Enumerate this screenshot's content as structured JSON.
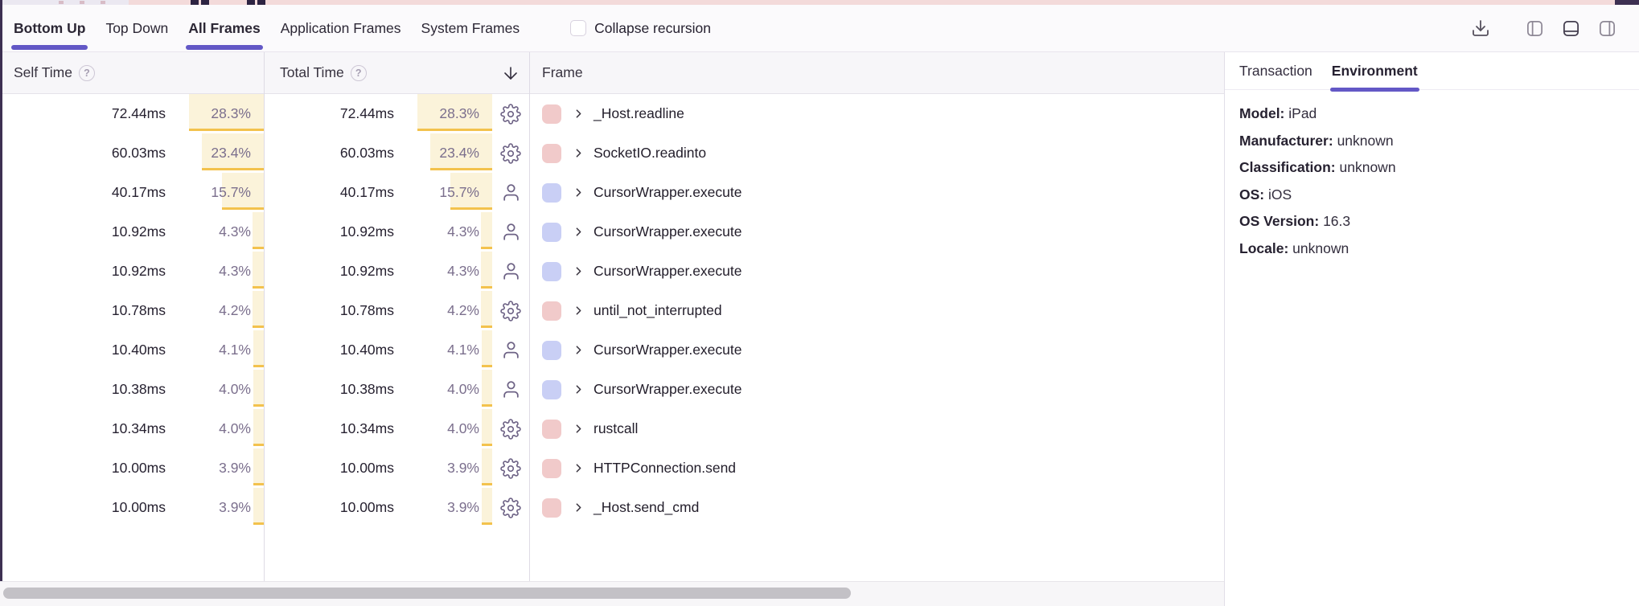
{
  "toolbar": {
    "tabs": [
      {
        "label": "Bottom Up",
        "active": true
      },
      {
        "label": "Top Down",
        "active": false
      },
      {
        "label": "All Frames",
        "active": true
      },
      {
        "label": "Application Frames",
        "active": false
      },
      {
        "label": "System Frames",
        "active": false
      }
    ],
    "collapse_recursion_label": "Collapse recursion",
    "collapse_recursion_checked": false,
    "icons": [
      "download-icon",
      "split-left-icon",
      "split-bottom-icon",
      "split-right-icon"
    ],
    "active_layout_icon": "split-bottom-icon"
  },
  "table": {
    "headers": {
      "self_time": "Self Time",
      "total_time": "Total Time",
      "frame": "Frame",
      "help_glyph": "?"
    },
    "sort": {
      "column": "total_time",
      "direction": "desc"
    },
    "rows": [
      {
        "self_time": "72.44ms",
        "self_pct": 28.3,
        "self_pct_label": "28.3%",
        "total_time": "72.44ms",
        "total_pct": 28.3,
        "total_pct_label": "28.3%",
        "type_icon": "gear",
        "frame_color": "pink",
        "frame": "_Host.readline"
      },
      {
        "self_time": "60.03ms",
        "self_pct": 23.4,
        "self_pct_label": "23.4%",
        "total_time": "60.03ms",
        "total_pct": 23.4,
        "total_pct_label": "23.4%",
        "type_icon": "gear",
        "frame_color": "pink",
        "frame": "SocketIO.readinto"
      },
      {
        "self_time": "40.17ms",
        "self_pct": 15.7,
        "self_pct_label": "15.7%",
        "total_time": "40.17ms",
        "total_pct": 15.7,
        "total_pct_label": "15.7%",
        "type_icon": "user",
        "frame_color": "blue",
        "frame": "CursorWrapper.execute"
      },
      {
        "self_time": "10.92ms",
        "self_pct": 4.3,
        "self_pct_label": "4.3%",
        "total_time": "10.92ms",
        "total_pct": 4.3,
        "total_pct_label": "4.3%",
        "type_icon": "user",
        "frame_color": "blue",
        "frame": "CursorWrapper.execute"
      },
      {
        "self_time": "10.92ms",
        "self_pct": 4.3,
        "self_pct_label": "4.3%",
        "total_time": "10.92ms",
        "total_pct": 4.3,
        "total_pct_label": "4.3%",
        "type_icon": "user",
        "frame_color": "blue",
        "frame": "CursorWrapper.execute"
      },
      {
        "self_time": "10.78ms",
        "self_pct": 4.2,
        "self_pct_label": "4.2%",
        "total_time": "10.78ms",
        "total_pct": 4.2,
        "total_pct_label": "4.2%",
        "type_icon": "gear",
        "frame_color": "pink",
        "frame": "until_not_interrupted"
      },
      {
        "self_time": "10.40ms",
        "self_pct": 4.1,
        "self_pct_label": "4.1%",
        "total_time": "10.40ms",
        "total_pct": 4.1,
        "total_pct_label": "4.1%",
        "type_icon": "user",
        "frame_color": "blue",
        "frame": "CursorWrapper.execute"
      },
      {
        "self_time": "10.38ms",
        "self_pct": 4.0,
        "self_pct_label": "4.0%",
        "total_time": "10.38ms",
        "total_pct": 4.0,
        "total_pct_label": "4.0%",
        "type_icon": "user",
        "frame_color": "blue",
        "frame": "CursorWrapper.execute"
      },
      {
        "self_time": "10.34ms",
        "self_pct": 4.0,
        "self_pct_label": "4.0%",
        "total_time": "10.34ms",
        "total_pct": 4.0,
        "total_pct_label": "4.0%",
        "type_icon": "gear",
        "frame_color": "pink",
        "frame": "rustcall"
      },
      {
        "self_time": "10.00ms",
        "self_pct": 3.9,
        "self_pct_label": "3.9%",
        "total_time": "10.00ms",
        "total_pct": 3.9,
        "total_pct_label": "3.9%",
        "type_icon": "gear",
        "frame_color": "pink",
        "frame": "HTTPConnection.send"
      },
      {
        "self_time": "10.00ms",
        "self_pct": 3.9,
        "self_pct_label": "3.9%",
        "total_time": "10.00ms",
        "total_pct": 3.9,
        "total_pct_label": "3.9%",
        "type_icon": "gear",
        "frame_color": "pink",
        "frame": "_Host.send_cmd"
      }
    ]
  },
  "panel": {
    "tabs": [
      {
        "label": "Transaction",
        "active": false
      },
      {
        "label": "Environment",
        "active": true
      }
    ],
    "fields": [
      {
        "label": "Model:",
        "value": "iPad"
      },
      {
        "label": "Manufacturer:",
        "value": "unknown"
      },
      {
        "label": "Classification:",
        "value": "unknown"
      },
      {
        "label": "OS:",
        "value": "iOS"
      },
      {
        "label": "OS Version:",
        "value": "16.3"
      },
      {
        "label": "Locale:",
        "value": "unknown"
      }
    ]
  },
  "colors": {
    "accent": "#6358c6",
    "pct_bar_fill": "#fbf3da",
    "pct_bar_edge": "#f3c24d",
    "frame_pink": "#f1caca",
    "frame_blue": "#c9cff5",
    "icon_muted": "#6d6285",
    "dark_edge": "#3d3052"
  }
}
